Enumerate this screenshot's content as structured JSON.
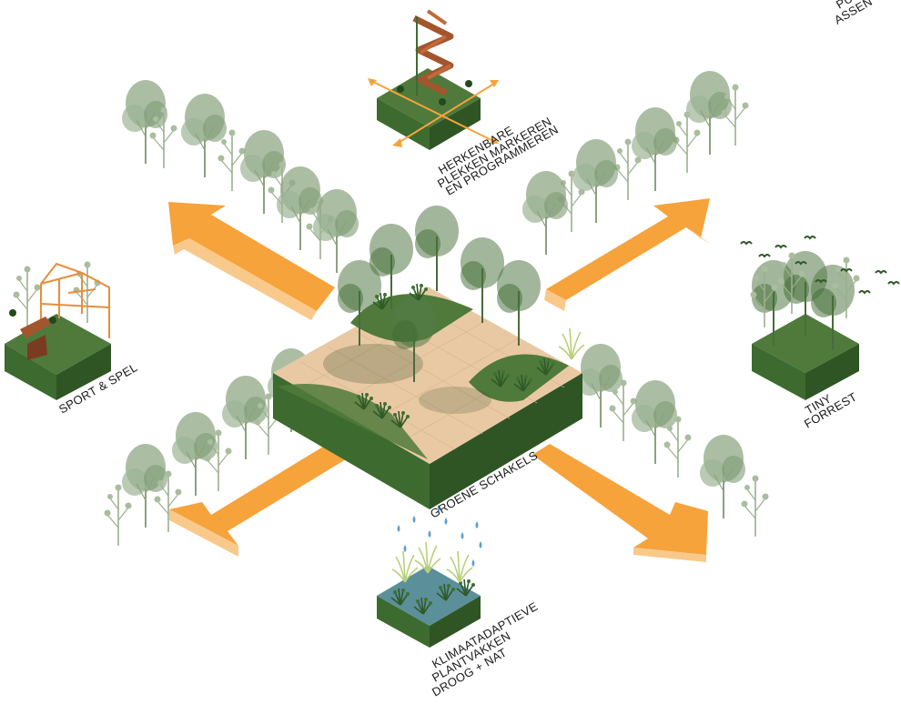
{
  "labels": {
    "center": "GROENE SCHAKELS",
    "top": [
      "HERKENBARE",
      "PLEKKEN MARKEREN",
      "EN PROGRAMMEREN"
    ],
    "left": "SPORT & SPEL",
    "right": [
      "TINY",
      "FORREST"
    ],
    "bottom": [
      "KLIMAATADAPTIEVE",
      "PLANTVAKKEN",
      "DROOG + NAT"
    ],
    "corner": [
      "PU",
      "ASSEN"
    ]
  },
  "colors": {
    "block_top": "#4f7a3c",
    "block_side": "#3d6a2f",
    "block_dark": "#2f5524",
    "arrow": "#f6a33b",
    "arrow_side": "#f8c98a",
    "tree": "#8fa886",
    "tree_dark": "#3e6a32",
    "paving": "#e9c9a4",
    "frame": "#e98d3b",
    "water": "#5b8f9a",
    "rain": "#5aa0d0"
  },
  "icons": [
    "tree-icon",
    "arrow-icon",
    "bird-icon",
    "raindrop-icon",
    "climbing-tower-icon",
    "sport-frame-icon"
  ]
}
